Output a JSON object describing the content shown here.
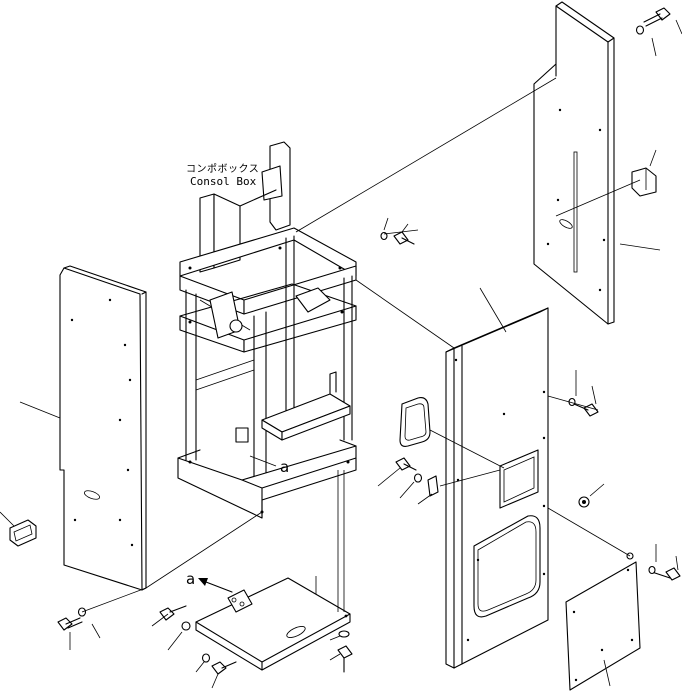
{
  "labels": {
    "console_box_jp": "コンポボックス",
    "console_box_en": "Consol Box",
    "view_a_main": "a",
    "view_a_arrow": "a"
  }
}
